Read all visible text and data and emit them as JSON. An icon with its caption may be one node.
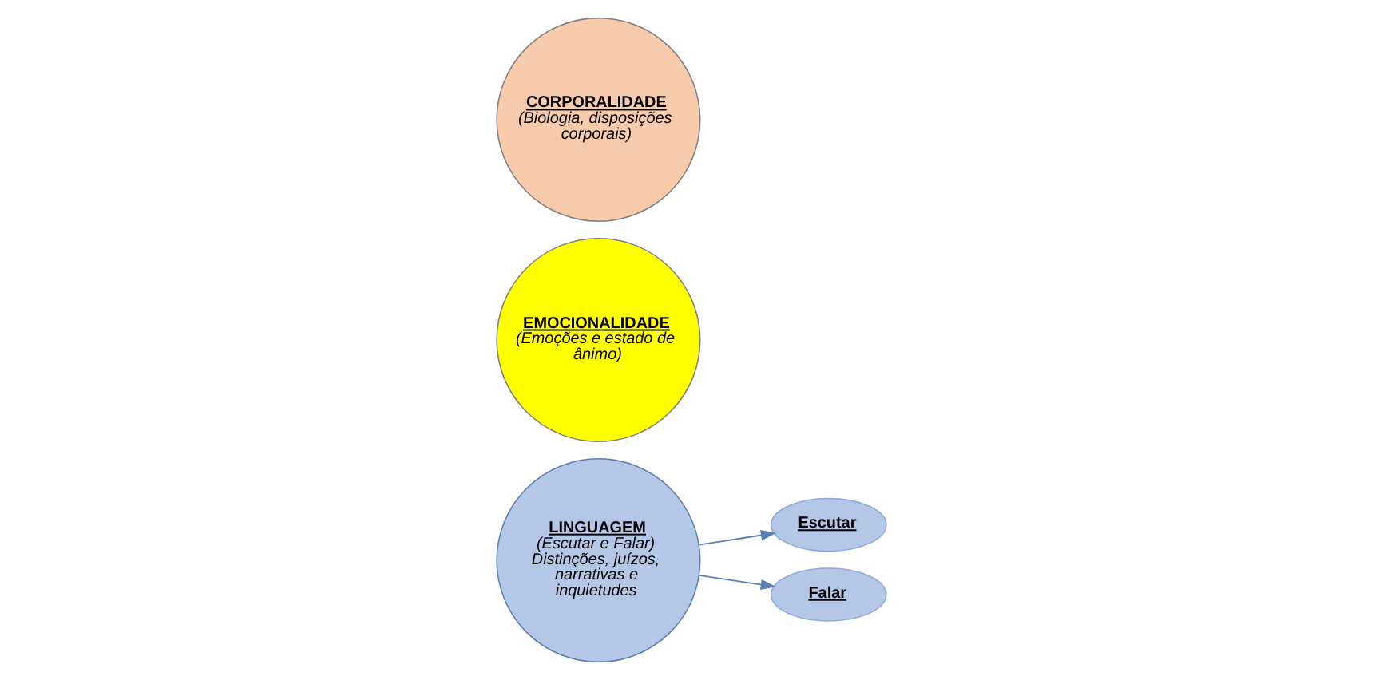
{
  "diagram": {
    "nodes": [
      {
        "text": [
          "CORPORALIDADE",
          "(Biologia, disposições corporais)"
        ]
      },
      {
        "text": [
          "EMOCIONALIDADE",
          "(Emoções e estado de ânimo)"
        ]
      },
      {
        "text": [
          "LINGUAGEM",
          "(Escutar e Falar) Distinções, juízos, narrativas e inquietudes"
        ]
      },
      {
        "text": [
          "Escutar"
        ]
      },
      {
        "text": [
          "Falar"
        ]
      }
    ],
    "edges": [
      {
        "from": 2,
        "to": 3,
        "arrow": "to"
      },
      {
        "from": 2,
        "to": 4,
        "arrow": "to"
      }
    ]
  }
}
